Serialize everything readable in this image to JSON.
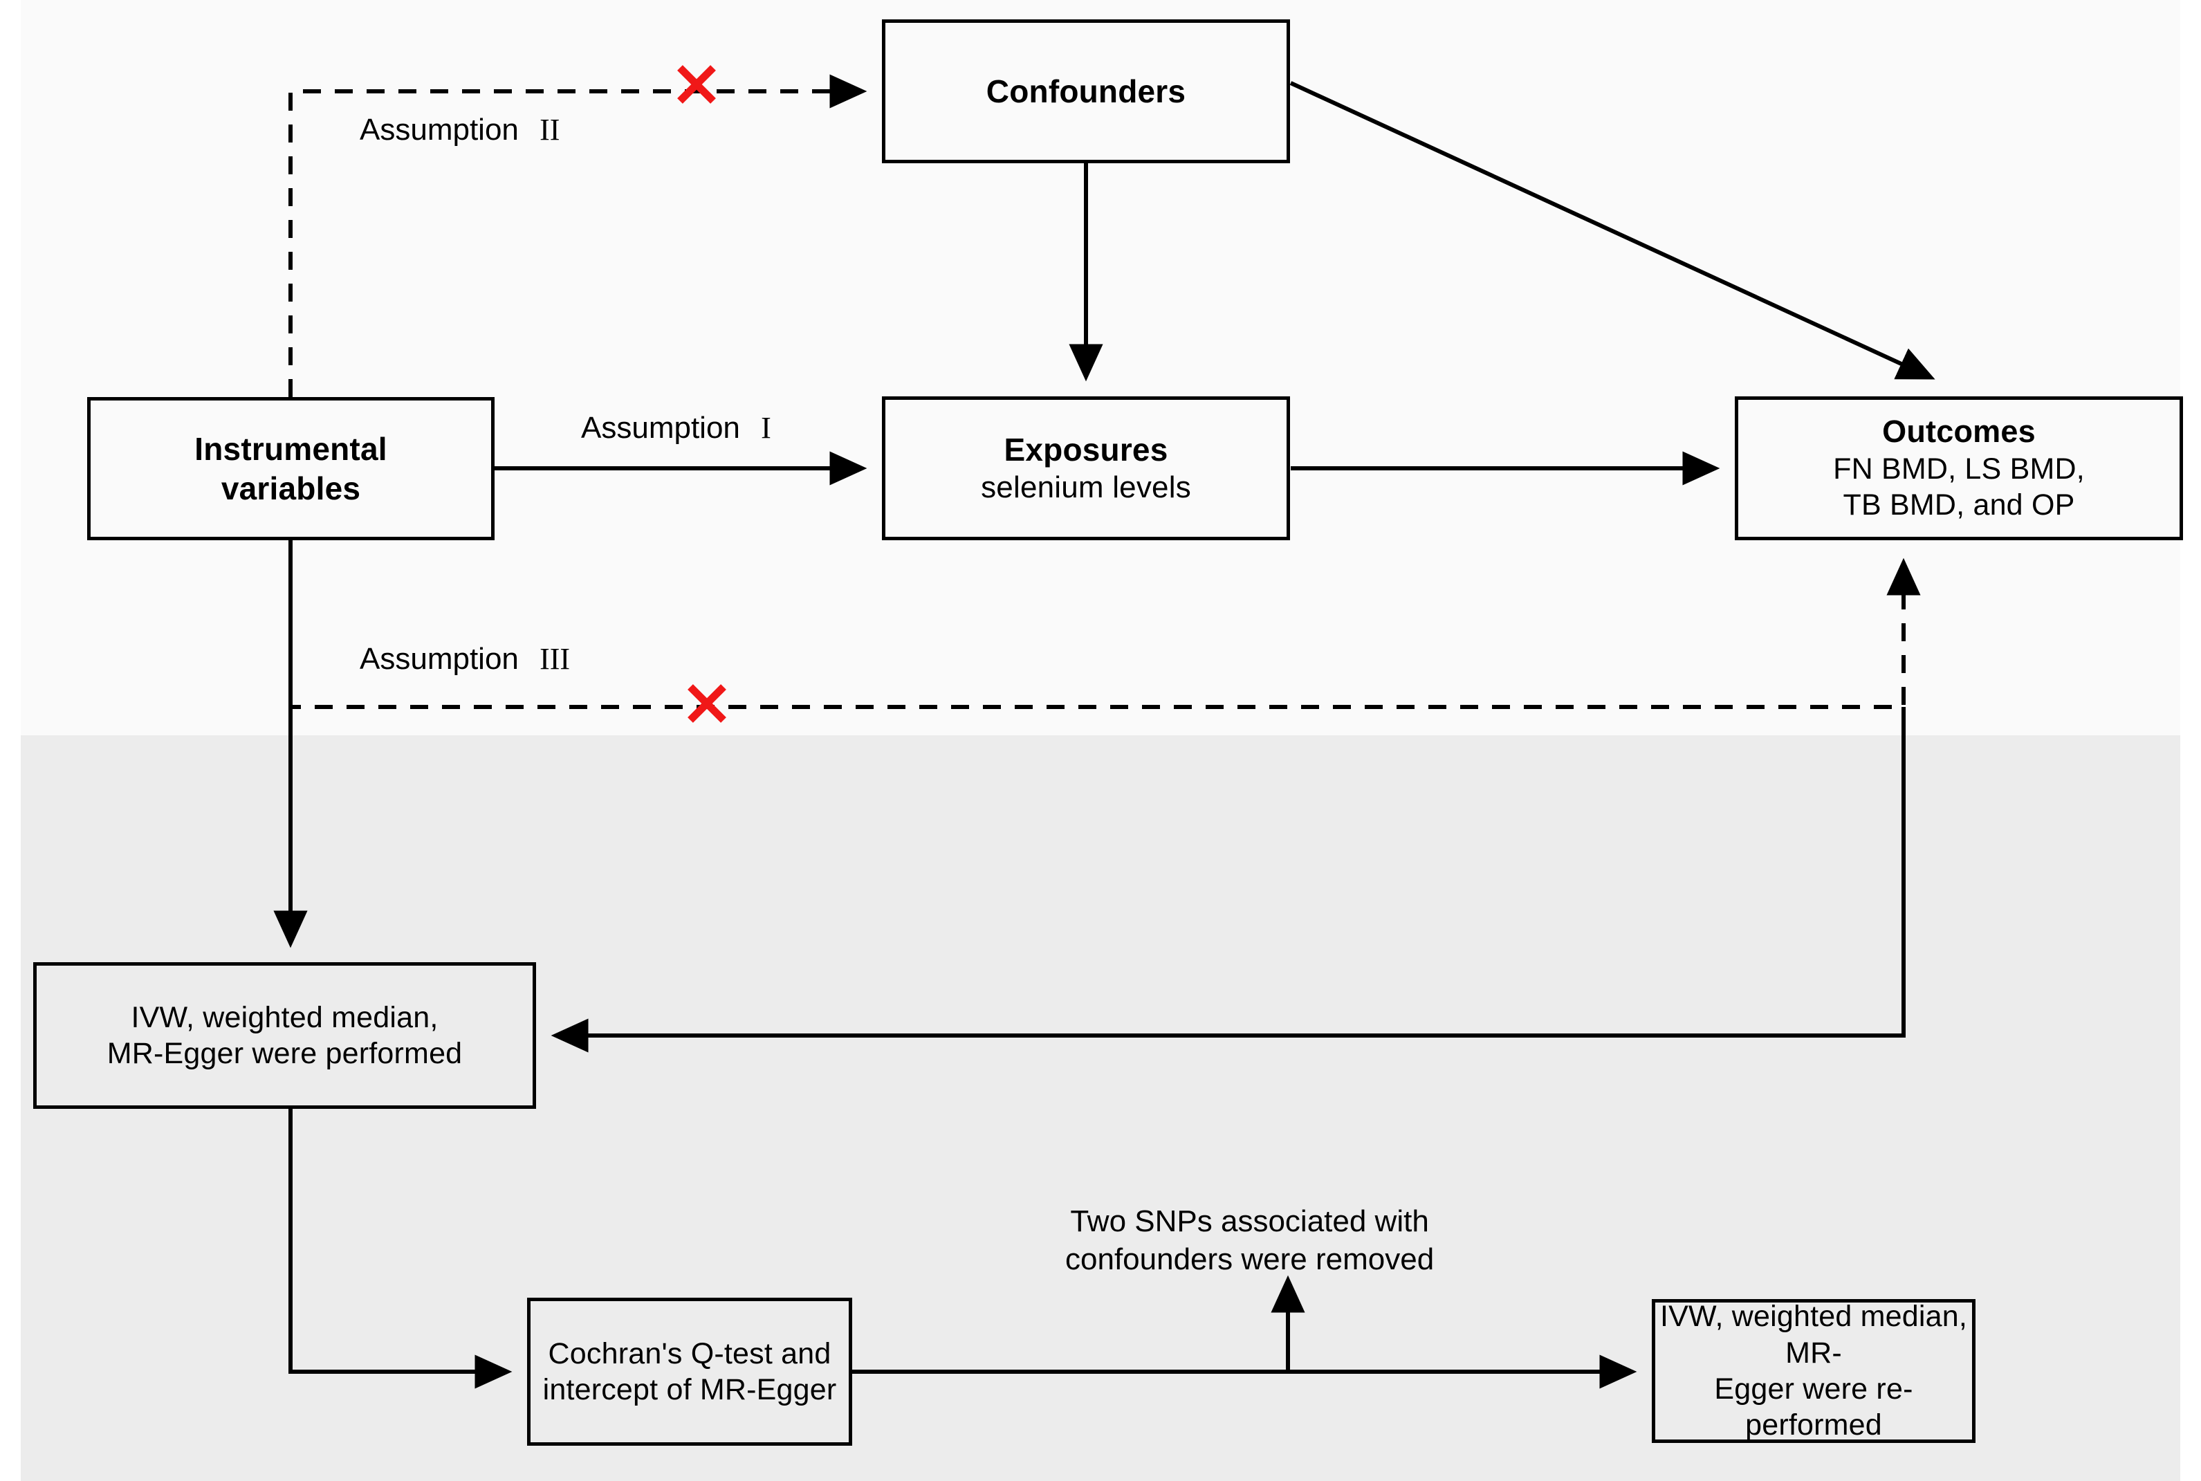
{
  "figure": {
    "type": "mendelian-randomization-flowchart",
    "background": {
      "top_band_color": "#fafafa",
      "bottom_band_color": "#ececec",
      "canvas_color": "#ffffff"
    },
    "accent": {
      "invalid_marker_color": "#f01818",
      "line_color": "#000000"
    }
  },
  "nodes": {
    "confounders": {
      "title": "Confounders",
      "subtitle": ""
    },
    "instrumental_variables": {
      "line1": "Instrumental",
      "line2": "variables"
    },
    "exposures": {
      "title": "Exposures",
      "subtitle": "selenium levels"
    },
    "outcomes": {
      "title": "Outcomes",
      "line1": "FN BMD, LS BMD,",
      "line2": "TB BMD, and OP"
    },
    "ivw_performed": {
      "line1": "IVW, weighted median,",
      "line2": "MR-Egger were performed"
    },
    "cochran": {
      "line1": "Cochran's Q-test and",
      "line2": "intercept of MR-Egger"
    },
    "ivw_reperformed": {
      "line1": "IVW, weighted median, MR-",
      "line2": "Egger were re-performed"
    }
  },
  "labels": {
    "assumption_1": {
      "text": "Assumption",
      "numeral": "I"
    },
    "assumption_2": {
      "text": "Assumption",
      "numeral": "II"
    },
    "assumption_3": {
      "text": "Assumption",
      "numeral": "III"
    },
    "two_snps": {
      "line1": "Two SNPs associated with",
      "line2": "confounders were removed"
    }
  },
  "markers": {
    "invalid_path_2": "red-x-icon",
    "invalid_path_3": "red-x-icon"
  },
  "edges": [
    {
      "from": "instrumental_variables",
      "to": "exposures",
      "style": "solid",
      "label": "Assumption I"
    },
    {
      "from": "instrumental_variables",
      "to": "confounders",
      "style": "dashed",
      "label": "Assumption II",
      "blocked": true
    },
    {
      "from": "instrumental_variables",
      "to": "outcomes",
      "style": "dashed",
      "label": "Assumption III",
      "blocked": true
    },
    {
      "from": "confounders",
      "to": "exposures",
      "style": "solid"
    },
    {
      "from": "confounders",
      "to": "outcomes",
      "style": "solid"
    },
    {
      "from": "exposures",
      "to": "outcomes",
      "style": "solid"
    },
    {
      "from": "instrumental_variables",
      "to": "ivw_performed",
      "style": "solid"
    },
    {
      "from": "outcomes",
      "to": "ivw_performed",
      "style": "solid"
    },
    {
      "from": "ivw_performed",
      "to": "cochran",
      "style": "solid"
    },
    {
      "from": "cochran",
      "to": "ivw_reperformed",
      "style": "solid",
      "annotation": "Two SNPs associated with confounders were removed"
    }
  ]
}
